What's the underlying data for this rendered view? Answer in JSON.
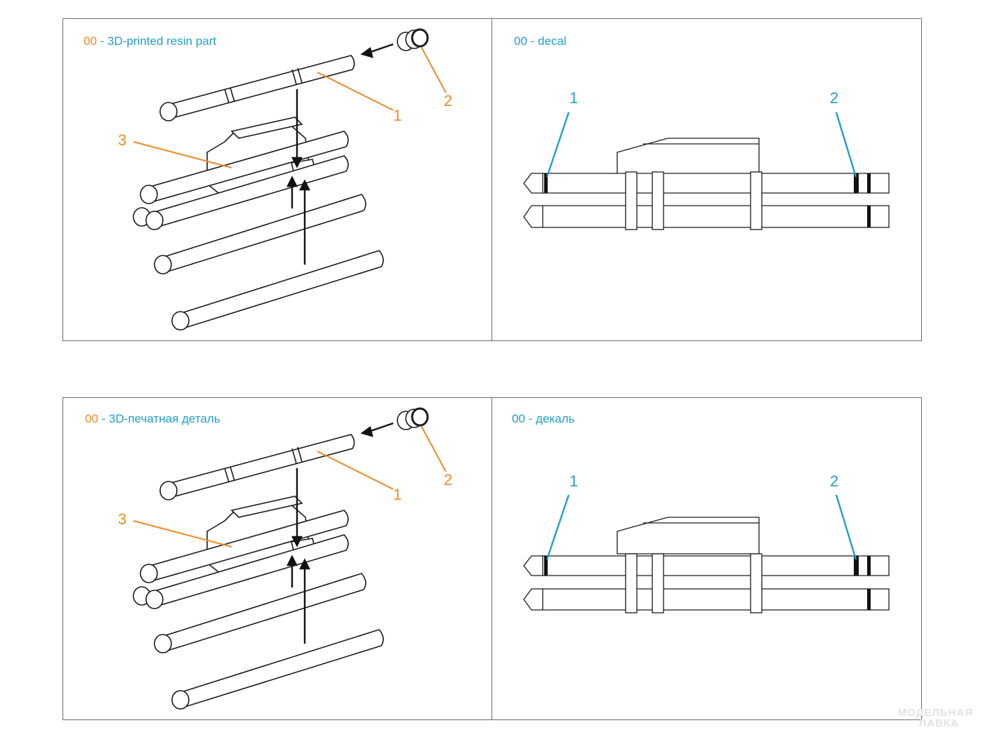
{
  "blocks": [
    {
      "language": "en",
      "left_panel": {
        "code": "00",
        "separator": " - ",
        "title": "3D-printed resin part",
        "callouts": [
          "1",
          "2",
          "3"
        ]
      },
      "right_panel": {
        "code": "00",
        "separator": " - ",
        "title": "decal",
        "callouts": [
          "1",
          "2"
        ]
      }
    },
    {
      "language": "ru",
      "left_panel": {
        "code": "00",
        "separator": " - ",
        "title": "3D-печатная деталь",
        "callouts": [
          "1",
          "2",
          "3"
        ]
      },
      "right_panel": {
        "code": "00",
        "separator": " - ",
        "title": "декаль",
        "callouts": [
          "1",
          "2"
        ]
      }
    }
  ],
  "colors": {
    "part_number": "#ee8a24",
    "text_accent": "#1f9fc9",
    "line_art": "#1a1a1a",
    "frame": "#6b6b6b"
  },
  "watermark": {
    "line1": "МОДЕЛЬНАЯ",
    "line2": "ЛАВКА"
  }
}
